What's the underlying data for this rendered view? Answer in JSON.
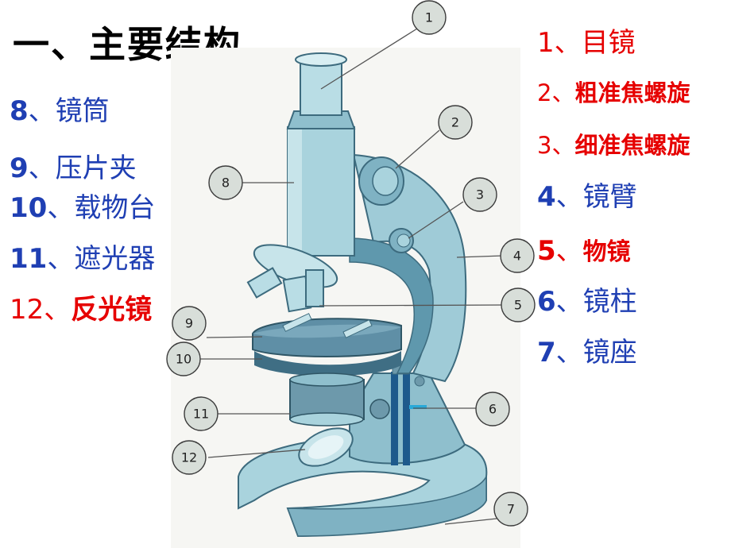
{
  "title": "一、主要结构",
  "left_labels": [
    {
      "num": "8",
      "sep": "、",
      "text": "镜筒",
      "color": "#1f3fb3"
    },
    {
      "num": "9",
      "sep": "、",
      "text": "压片夹",
      "color": "#1f3fb3"
    },
    {
      "num": "10",
      "sep": "、",
      "text": "载物台",
      "color": "#1f3fb3"
    },
    {
      "num": "11",
      "sep": "、",
      "text": "遮光器",
      "color": "#1f3fb3"
    },
    {
      "num": "12",
      "sep": "、",
      "text": "反光镜",
      "color": "#e60000"
    }
  ],
  "right_labels": [
    {
      "num": "1",
      "sep": "、",
      "text": "目镜",
      "color": "#e60000"
    },
    {
      "num": "2",
      "sep": "、",
      "text": "粗准焦螺旋",
      "color": "#e60000"
    },
    {
      "num": "3",
      "sep": "、",
      "text": "细准焦螺旋",
      "color": "#e60000"
    },
    {
      "num": "4",
      "sep": "、",
      "text": "镜臂",
      "color": "#1f3fb3"
    },
    {
      "num": "5",
      "sep": "、",
      "text": "物镜",
      "color": "#e60000"
    },
    {
      "num": "6",
      "sep": "、",
      "text": "镜柱",
      "color": "#1f3fb3"
    },
    {
      "num": "7",
      "sep": "、",
      "text": "镜座",
      "color": "#1f3fb3"
    }
  ],
  "callouts": [
    "1",
    "2",
    "3",
    "4",
    "5",
    "6",
    "7",
    "8",
    "9",
    "10",
    "11",
    "12"
  ],
  "colors": {
    "blue_label": "#1f3fb3",
    "red_label": "#e60000",
    "scope_body": "#a9d3dd",
    "scope_dark": "#4e7f95"
  }
}
